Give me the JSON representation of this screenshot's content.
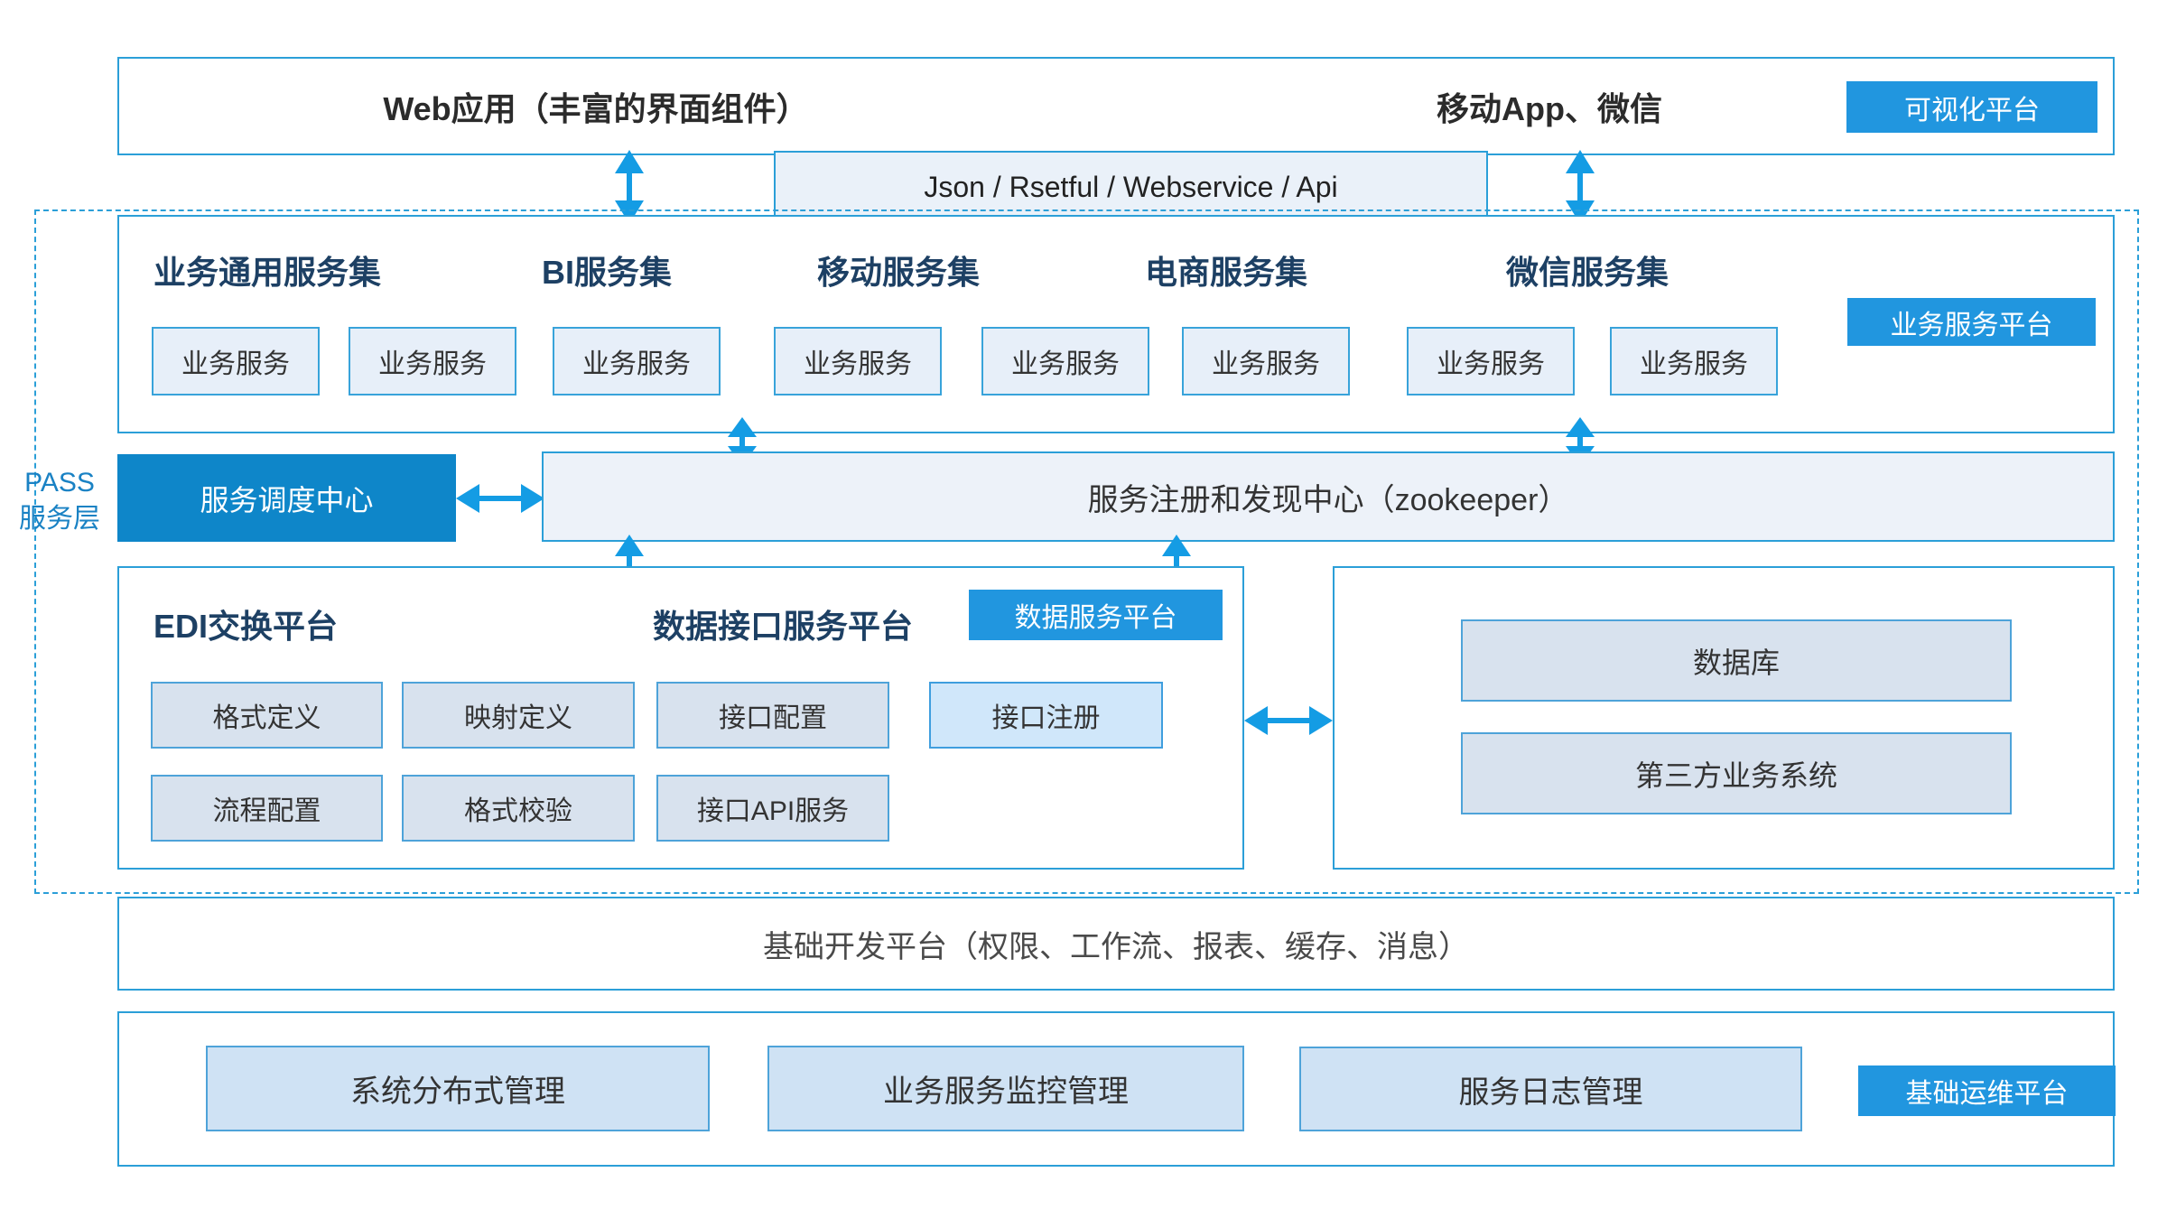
{
  "colors": {
    "accent_blue": "#2196df",
    "border_blue": "#2b9fd8",
    "deep_blue_fill": "#0e86c9",
    "arrow_blue": "#149ce4",
    "light_fill": "#e7eff9",
    "gray_fill": "#d8e2ee",
    "title_navy": "#1d4064",
    "pass_label_blue": "#1a82c4"
  },
  "top": {
    "web_label": "Web应用（丰富的界面组件）",
    "mobile_label": "移动App、微信",
    "badge": "可视化平台"
  },
  "api_bar": {
    "label": "Json / Rsetful / Webservice / Api"
  },
  "pass_layer": {
    "line1": "PASS",
    "line2": "服务层"
  },
  "business": {
    "badge": "业务服务平台",
    "groups": [
      {
        "title": "业务通用服务集",
        "boxes": [
          "业务服务",
          "业务服务"
        ]
      },
      {
        "title": "BI服务集",
        "boxes": [
          "业务服务"
        ]
      },
      {
        "title": "移动服务集",
        "boxes": [
          "业务服务",
          "业务服务"
        ]
      },
      {
        "title": "电商服务集",
        "boxes": [
          "业务服务"
        ]
      },
      {
        "title": "微信服务集",
        "boxes": [
          "业务服务",
          "业务服务"
        ]
      }
    ]
  },
  "scheduling": {
    "label": "服务调度中心"
  },
  "registry": {
    "label": "服务注册和发现中心（zookeeper）"
  },
  "data_platform": {
    "edi_title": "EDI交换平台",
    "interface_title": "数据接口服务平台",
    "badge": "数据服务平台",
    "row1": [
      "格式定义",
      "映射定义",
      "接口配置",
      "接口注册"
    ],
    "row2": [
      "流程配置",
      "格式校验",
      "接口API服务"
    ]
  },
  "external": {
    "boxes": [
      "数据库",
      "第三方业务系统"
    ]
  },
  "base_dev": {
    "label": "基础开发平台（权限、工作流、报表、缓存、消息）"
  },
  "ops": {
    "badge": "基础运维平台",
    "boxes": [
      "系统分布式管理",
      "业务服务监控管理",
      "服务日志管理"
    ]
  }
}
